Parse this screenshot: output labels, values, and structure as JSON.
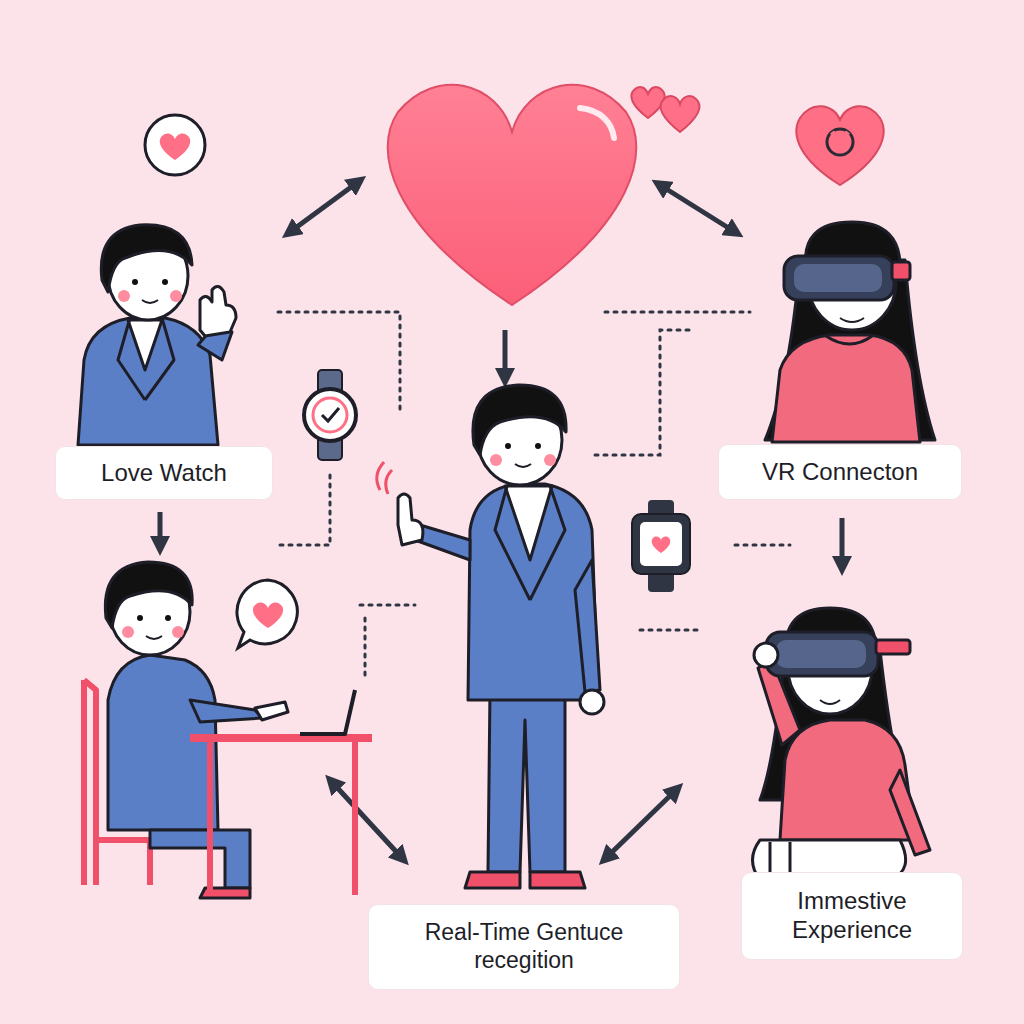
{
  "diagram": {
    "nodes": [
      {
        "text": [
          "Love Watch"
        ]
      },
      {
        "text": [
          "VR Connecton"
        ]
      },
      {
        "text": [
          "Real-Time Gentuce recegition"
        ]
      },
      {
        "text": [
          "Immestive Experience"
        ]
      }
    ]
  }
}
